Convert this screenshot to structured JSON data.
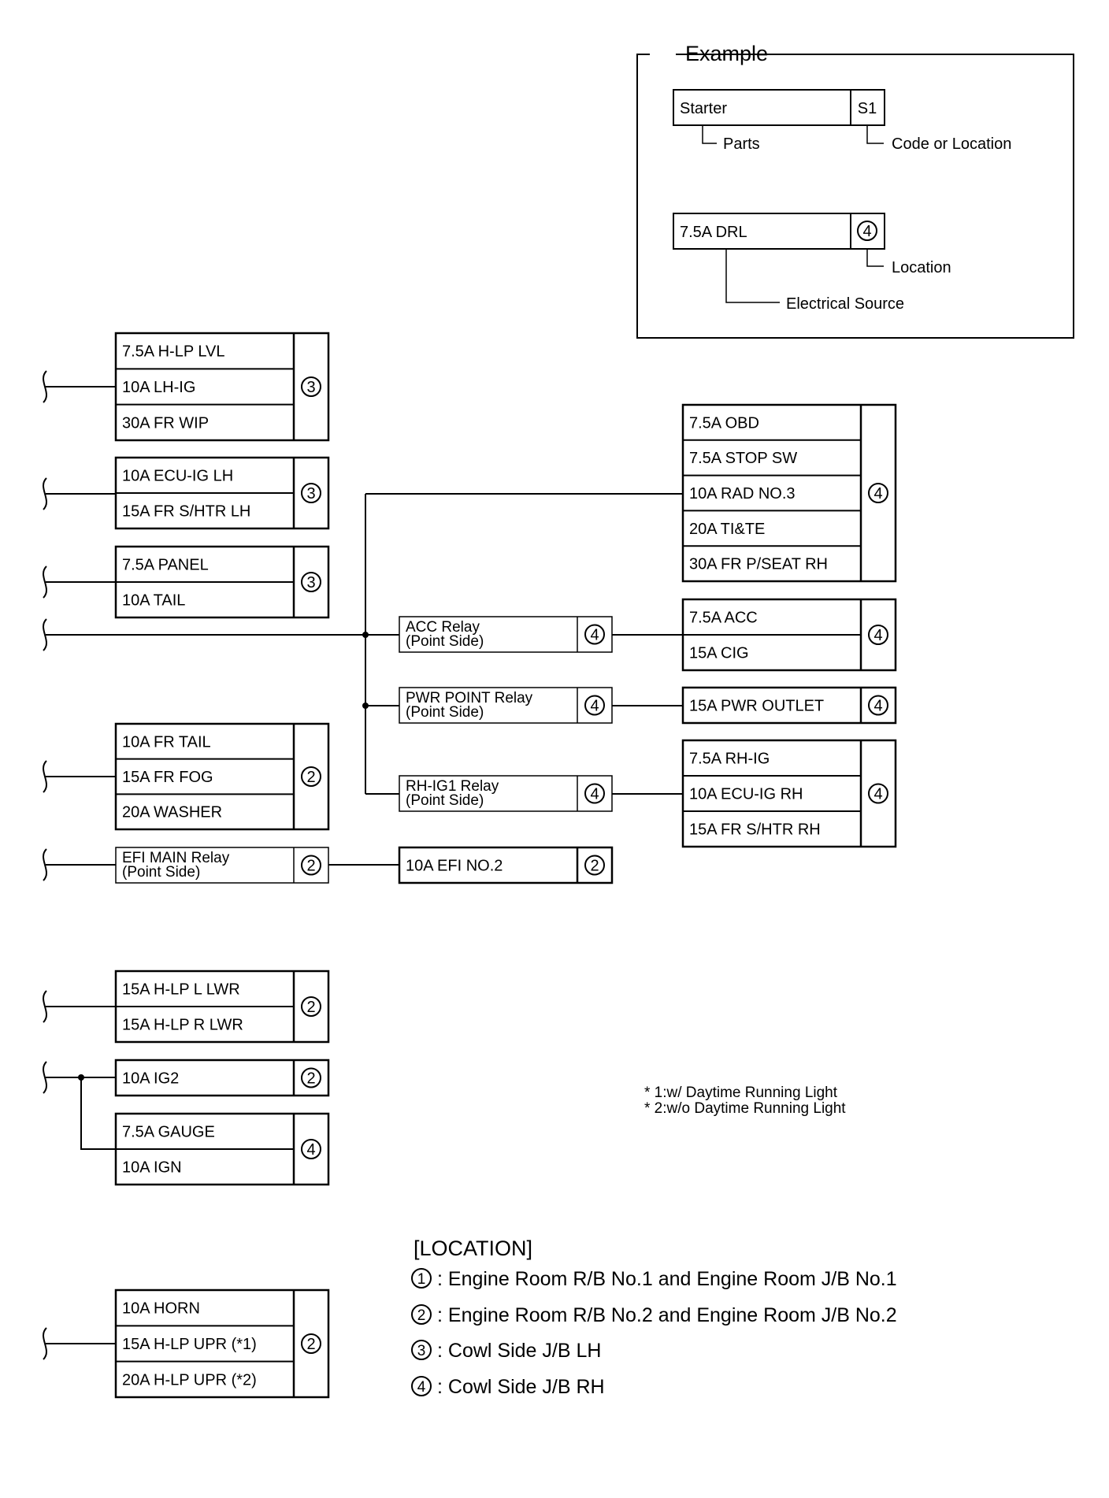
{
  "example": {
    "title": "Example",
    "part_name": "Starter",
    "part_code": "S1",
    "parts_label": "Parts",
    "code_label": "Code or Location",
    "fuse_name": "7.5A DRL",
    "fuse_location": "4",
    "location_label": "Location",
    "source_label": "Electrical Source"
  },
  "groups": [
    {
      "id": "g1",
      "fuses": [
        "7.5A H-LP LVL",
        "10A LH-IG",
        "30A FR WIP"
      ],
      "location": "3"
    },
    {
      "id": "g2",
      "fuses": [
        "10A ECU-IG LH",
        "15A FR S/HTR LH"
      ],
      "location": "3"
    },
    {
      "id": "g3",
      "fuses": [
        "7.5A PANEL",
        "10A TAIL"
      ],
      "location": "3"
    },
    {
      "id": "g4",
      "fuses": [
        "10A FR TAIL",
        "15A FR FOG",
        "20A WASHER"
      ],
      "location": "2"
    },
    {
      "id": "g5",
      "fuses": [
        "EFI MAIN Relay\n(Point Side)"
      ],
      "location": "2"
    },
    {
      "id": "g6",
      "fuses": [
        "15A H-LP L LWR",
        "15A H-LP R LWR"
      ],
      "location": "2"
    },
    {
      "id": "g7",
      "fuses": [
        "10A IG2"
      ],
      "location": "2"
    },
    {
      "id": "g8",
      "fuses": [
        "7.5A GAUGE",
        "10A IGN"
      ],
      "location": "4"
    },
    {
      "id": "g9",
      "fuses": [
        "10A HORN",
        "15A H-LP UPR (*1)",
        "20A H-LP UPR (*2)"
      ],
      "location": "2"
    },
    {
      "id": "g10",
      "fuses": [
        "ACC Relay\n(Point Side)"
      ],
      "location": "4"
    },
    {
      "id": "g11",
      "fuses": [
        "PWR POINT Relay\n(Point Side)"
      ],
      "location": "4"
    },
    {
      "id": "g12",
      "fuses": [
        "RH-IG1 Relay\n(Point Side)"
      ],
      "location": "4"
    },
    {
      "id": "g13",
      "fuses": [
        "10A EFI NO.2"
      ],
      "location": "2"
    },
    {
      "id": "g14",
      "fuses": [
        "7.5A OBD",
        "7.5A STOP SW",
        "10A RAD NO.3",
        "20A TI&TE",
        "30A FR P/SEAT RH"
      ],
      "location": "4"
    },
    {
      "id": "g15",
      "fuses": [
        "7.5A ACC",
        "15A CIG"
      ],
      "location": "4"
    },
    {
      "id": "g16",
      "fuses": [
        "15A PWR OUTLET"
      ],
      "location": "4"
    },
    {
      "id": "g17",
      "fuses": [
        "7.5A RH-IG",
        "10A ECU-IG RH",
        "15A FR S/HTR RH"
      ],
      "location": "4"
    }
  ],
  "notes": [
    "* 1:w/ Daytime Running Light",
    "* 2:w/o Daytime Running Light"
  ],
  "legend": {
    "title": "[LOCATION]",
    "items": [
      {
        "num": "1",
        "text": ": Engine Room R/B No.1 and Engine Room J/B No.1"
      },
      {
        "num": "2",
        "text": ": Engine Room R/B No.2 and Engine Room J/B No.2"
      },
      {
        "num": "3",
        "text": ": Cowl Side J/B LH"
      },
      {
        "num": "4",
        "text": ": Cowl Side J/B RH"
      }
    ]
  }
}
